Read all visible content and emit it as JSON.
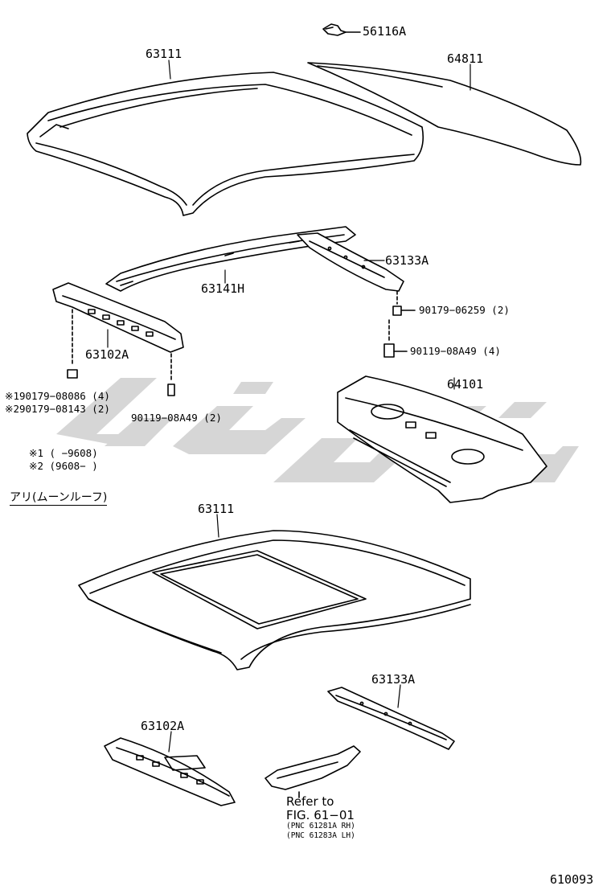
{
  "watermark": {
    "text": "حي",
    "color": "#c9c9c9"
  },
  "labels": {
    "p56116a": "56116A",
    "p63111_top": "63111",
    "p64811": "64811",
    "p63133a_top": "63133A",
    "p63141h": "63141H",
    "p90179_06259": "90179−06259 (2)",
    "p90119_top": "90119−08A49 (4)",
    "p63102a_top": "63102A",
    "p64101": "64101",
    "note1_part": "※190179−08086 (4)",
    "note2_part": "※290179−08143 (2)",
    "p90119_left": "90119−08A49 (2)",
    "range1": "※1  (      −9608)",
    "range2": "※2  (9608−      )",
    "moonroof_header": "アリ(ムーンルーフ)",
    "p63111_bottom": "63111",
    "p63133a_bottom": "63133A",
    "p63102a_bottom": "63102A",
    "refer_to": "Refer to",
    "fig_ref": "FIG. 61−01",
    "pnc_rh": "(PNC 61281A RH)",
    "pnc_lh": "(PNC 61283A LH)",
    "figure_number": "610093"
  }
}
